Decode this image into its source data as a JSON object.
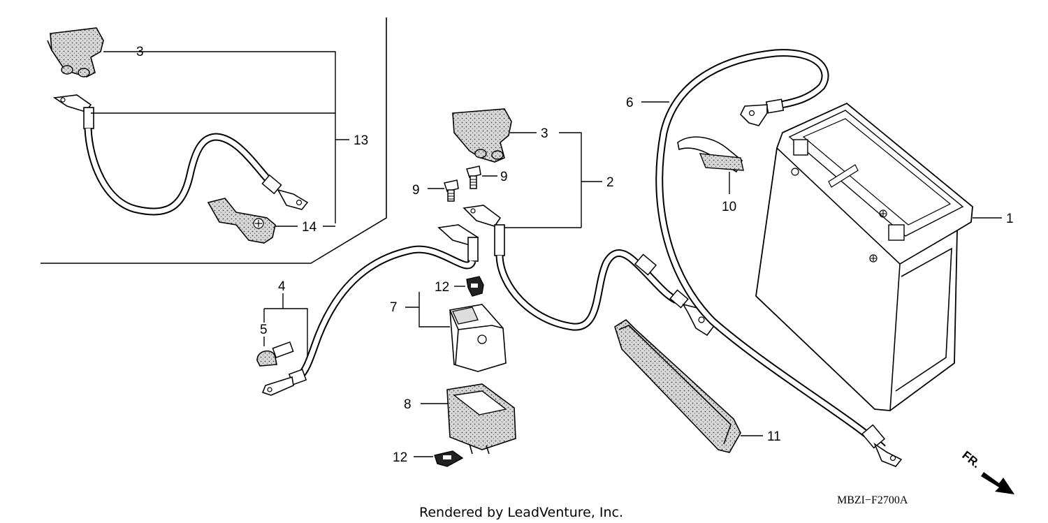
{
  "callouts": {
    "c1": "1",
    "c2": "2",
    "c3_inset": "3",
    "c3_main": "3",
    "c4": "4",
    "c5": "5",
    "c6": "6",
    "c7": "7",
    "c8": "8",
    "c9_left": "9",
    "c9_right": "9",
    "c10": "10",
    "c11": "11",
    "c12_top": "12",
    "c12_bottom": "12",
    "c13": "13",
    "c14": "14"
  },
  "diagram_code": "MBZI−F2700A",
  "direction_label": "FR.",
  "footer": "Rendered by LeadVenture, Inc."
}
